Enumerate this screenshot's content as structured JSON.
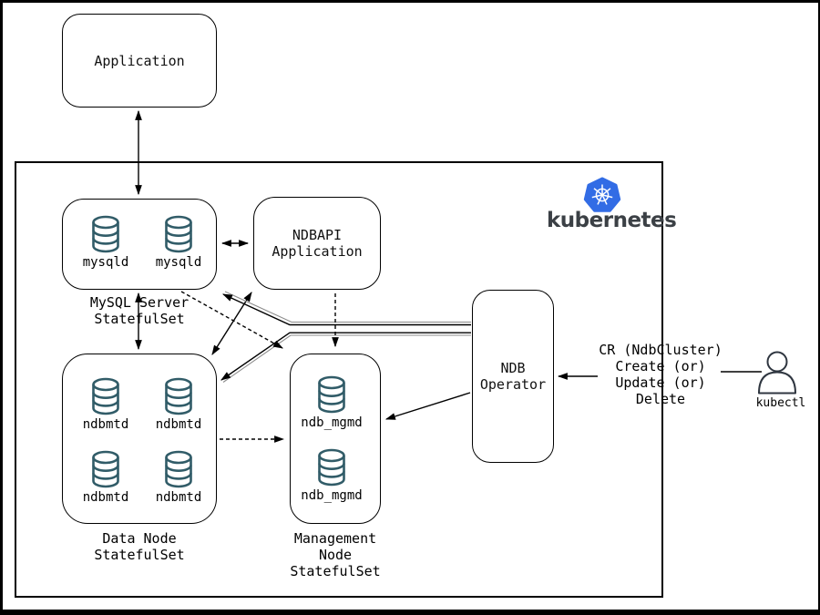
{
  "nodes": {
    "application": {
      "label": "Application"
    },
    "mysql_sts": {
      "caption": "MySQL Server\nStatefulSet",
      "pods": [
        "mysqld",
        "mysqld"
      ]
    },
    "ndbapi": {
      "label": "NDBAPI\nApplication"
    },
    "data_node_sts": {
      "caption": "Data Node\nStatefulSet",
      "pods": [
        "ndbmtd",
        "ndbmtd",
        "ndbmtd",
        "ndbmtd"
      ]
    },
    "mgmt_sts": {
      "caption": "Management\nNode\nStatefulSet",
      "pods": [
        "ndb_mgmd",
        "ndb_mgmd"
      ]
    },
    "ndb_operator": {
      "label": "NDB\nOperator"
    },
    "kubernetes": {
      "label": "kubernetes"
    },
    "kubectl": {
      "label": "kubectl"
    },
    "cr_note": {
      "text": "CR (NdbCluster)\nCreate (or)\nUpdate (or)\nDelete"
    }
  },
  "colors": {
    "cylinder": "#315C68",
    "kubernetes_blue": "#326CE5",
    "wordmark_gray": "#3b4045",
    "stroke": "#000000"
  }
}
